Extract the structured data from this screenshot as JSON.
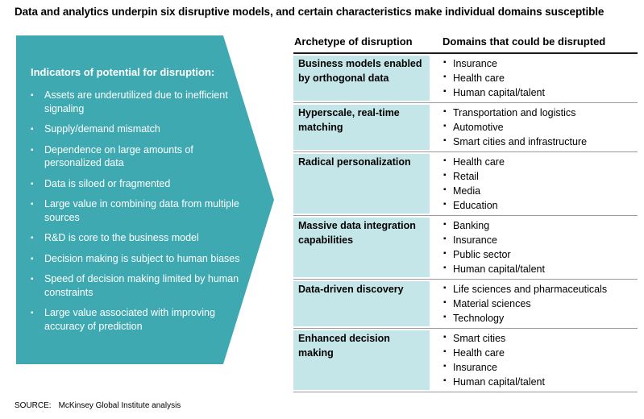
{
  "page": {
    "title": "Data and analytics underpin six disruptive models, and certain characteristics make individual domains susceptible"
  },
  "icons": {
    "bullet": "▪"
  },
  "colors": {
    "arrow_bg": "#3EA9B1",
    "archetype_cell_bg": "#C5E6E9",
    "header_rule": "#1C1C1C",
    "row_rule": "#9B9B9B",
    "arrow_text": "#FFFFFF"
  },
  "arrow": {
    "heading": "Indicators of potential for disruption:",
    "items": [
      "Assets are underutilized due to inefficient signaling",
      "Supply/demand mismatch",
      "Dependence on large amounts of personalized data",
      "Data is siloed or fragmented",
      "Large value in combining data from multiple sources",
      "R&D is core to the business model",
      "Decision making is subject to human biases",
      "Speed of decision making limited by human constraints",
      "Large value associated with improving accuracy of prediction"
    ]
  },
  "table": {
    "columns": {
      "archetype": "Archetype of disruption",
      "domains": "Domains that could be disrupted"
    },
    "rows": [
      {
        "archetype": "Business models enabled by orthogonal data",
        "domains": [
          "Insurance",
          "Health care",
          "Human capital/talent"
        ]
      },
      {
        "archetype": "Hyperscale, real-time matching",
        "domains": [
          "Transportation and logistics",
          "Automotive",
          "Smart cities and infrastructure"
        ]
      },
      {
        "archetype": "Radical personalization",
        "domains": [
          "Health care",
          "Retail",
          "Media",
          "Education"
        ]
      },
      {
        "archetype": "Massive data integration capabilities",
        "domains": [
          "Banking",
          "Insurance",
          "Public sector",
          "Human capital/talent"
        ]
      },
      {
        "archetype": "Data-driven discovery",
        "domains": [
          "Life sciences and pharmaceuticals",
          "Material sciences",
          "Technology"
        ]
      },
      {
        "archetype": "Enhanced decision making",
        "domains": [
          "Smart cities",
          "Health care",
          "Insurance",
          "Human capital/talent"
        ]
      }
    ]
  },
  "source": {
    "label": "SOURCE:",
    "text": "McKinsey Global Institute analysis"
  }
}
